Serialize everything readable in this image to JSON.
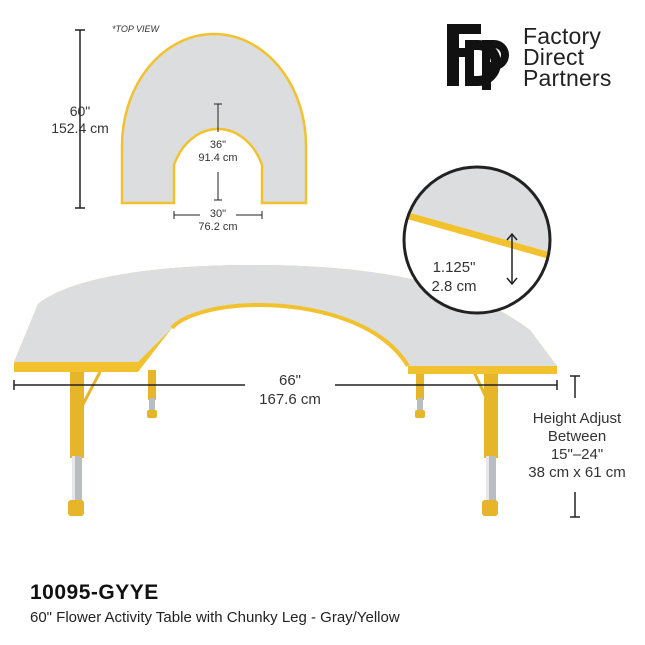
{
  "top_view": {
    "label": "*TOP VIEW",
    "depth_in": "60\"",
    "depth_cm": "152.4 cm",
    "cutout_depth_in": "36\"",
    "cutout_depth_cm": "91.4 cm",
    "cutout_width_in": "30\"",
    "cutout_width_cm": "76.2 cm"
  },
  "brand": {
    "line1": "Factory",
    "line2": "Direct",
    "line3": "Partners",
    "logo_letters": "FDP"
  },
  "detail": {
    "thickness_in": "1.125\"",
    "thickness_cm": "2.8 cm"
  },
  "main_view": {
    "width_in": "66\"",
    "width_cm": "167.6 cm",
    "height_line1": "Height Adjust",
    "height_line2": "Between",
    "height_in": "15\"–24\"",
    "height_cm": "38 cm x 61 cm"
  },
  "product": {
    "sku": "10095-GYYE",
    "description": "60\" Flower Activity Table with Chunky Leg - Gray/Yellow"
  },
  "colors": {
    "tabletop": "#dcdddf",
    "edge": "#f2c12e",
    "leg": "#e6b52a",
    "chrome": "#b9bcc0",
    "text": "#222222"
  }
}
